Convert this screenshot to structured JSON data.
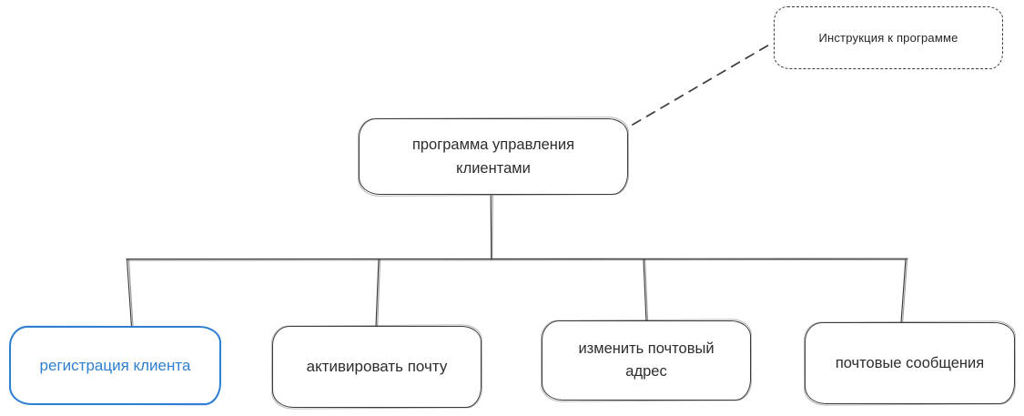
{
  "diagram": {
    "type": "flowchart-tree",
    "root": {
      "label": "программа управления клиентами"
    },
    "note": {
      "label": "Инструкция к программе",
      "border_style": "dashed"
    },
    "children": [
      {
        "label": "регистрация клиента",
        "highlighted": true
      },
      {
        "label": "активировать почту",
        "highlighted": false
      },
      {
        "label": "изменить почтовый адрес",
        "highlighted": false
      },
      {
        "label": "почтовые сообщения",
        "highlighted": false
      }
    ],
    "colors": {
      "stroke": "#3c3c3c",
      "text": "#2d2d2d",
      "accent": "#2e7fd2",
      "background": "#ffffff"
    }
  }
}
